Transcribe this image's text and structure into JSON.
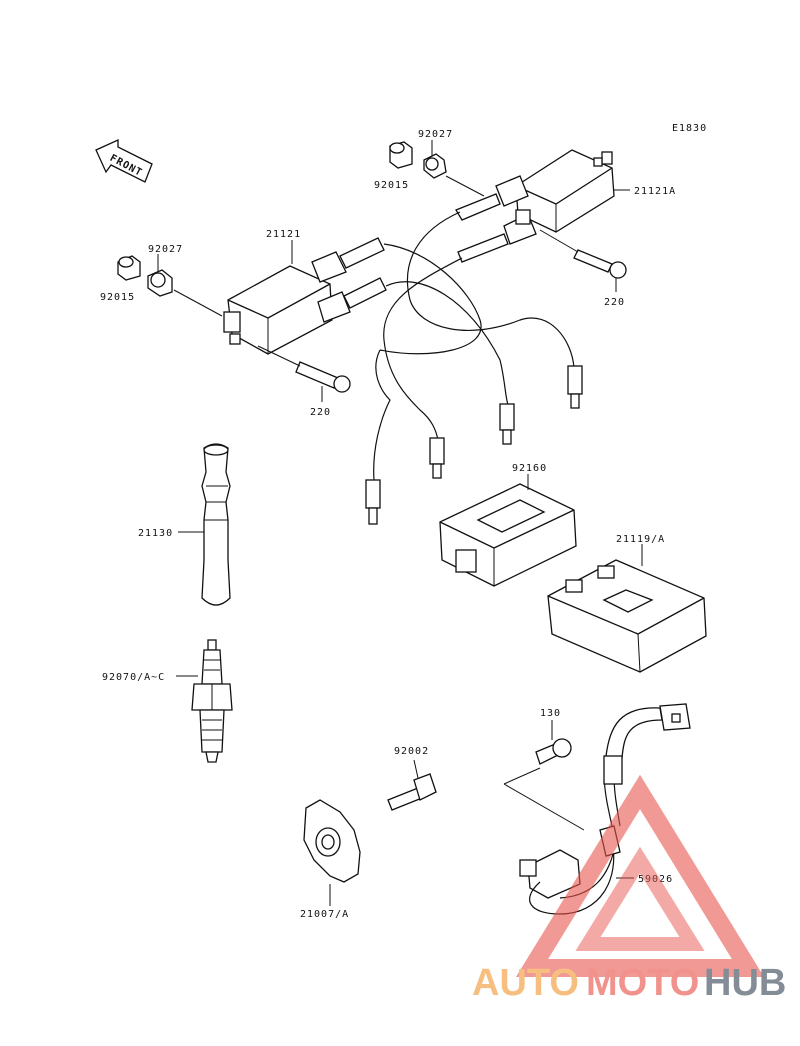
{
  "diagram": {
    "ref_code": "E1830",
    "front_label": "FRONT",
    "labels": {
      "p92027_top": "92027",
      "p92015_top": "92015",
      "p21121A": "21121A",
      "p220_right": "220",
      "p21121": "21121",
      "p92027_left": "92027",
      "p92015_left": "92015",
      "p220_left": "220",
      "p92160": "92160",
      "p21130": "21130",
      "p21119A": "21119/A",
      "p92070": "92070/A~C",
      "p130": "130",
      "p92002": "92002",
      "p59026": "59026",
      "p21007A": "21007/A"
    }
  },
  "watermark": {
    "part1": "AUTO",
    "part2": "MOTO",
    "part3": "HUB",
    "colors": {
      "auto": "#f5b56b",
      "moto": "#ef7f7a",
      "hub": "#6f7a86",
      "triangle": "#e8574f"
    }
  }
}
